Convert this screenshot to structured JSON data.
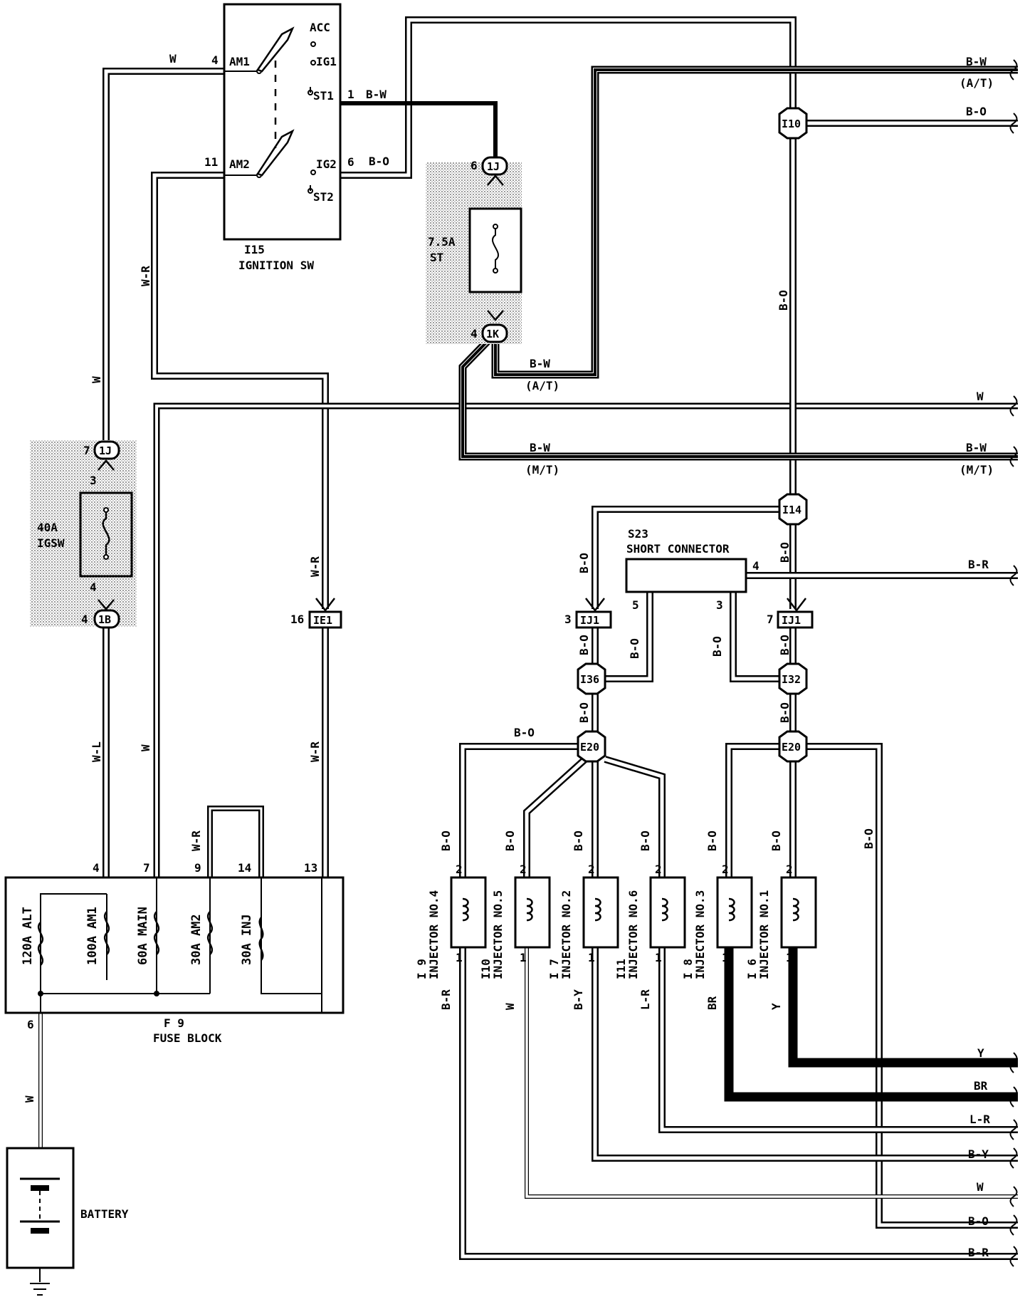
{
  "ignition_switch": {
    "id": "I15",
    "name": "IGNITION SW",
    "terminals": [
      "ACC",
      "IG1",
      "ST1",
      "AM1",
      "AM2",
      "IG2",
      "ST2"
    ],
    "pins": [
      "4",
      "11",
      "1",
      "6"
    ]
  },
  "st_fuse": {
    "rating": "7.5A",
    "name": "ST",
    "pin_top": "6",
    "conn_top": "1J",
    "pin_bottom": "4",
    "conn_bottom": "1K"
  },
  "igsw_fuse": {
    "rating": "40A",
    "name": "IGSW",
    "pin_top": "7",
    "conn_top": "1J",
    "pin_mid": "3",
    "pin_low": "4",
    "pin_bottom": "4",
    "conn_bottom": "1B"
  },
  "fuse_block": {
    "id": "F 9",
    "name": "FUSE BLOCK",
    "fuses": [
      "120A ALT",
      "100A AM1",
      "60A MAIN",
      "30A AM2",
      "30A INJ"
    ],
    "pins": [
      "4",
      "7",
      "9",
      "14",
      "13",
      "6"
    ]
  },
  "battery": {
    "label": "BATTERY"
  },
  "junctions": {
    "I10": "I10",
    "I14": "I14",
    "I36": "I36",
    "I32": "I32",
    "E20": "E20",
    "IE1": "IE1",
    "IJ1": "IJ1",
    "pin_ie1": "16",
    "pin_ij1_left": "3",
    "pin_ij1_right": "7"
  },
  "short_connector": {
    "id": "S23",
    "name": "SHORT CONNECTOR",
    "pins": [
      "4",
      "5",
      "3"
    ]
  },
  "wire_labels": {
    "W": "W",
    "WR": "W-R",
    "WL": "W-L",
    "BW": "B-W",
    "BO": "B-O",
    "BR_": "B-R",
    "BY": "B-Y",
    "LR": "L-R",
    "Y": "Y",
    "BR": "BR",
    "AT": "(A/T)",
    "MT": "(M/T)"
  },
  "injectors": [
    {
      "conn": "I 9",
      "name": "INJECTOR NO.4",
      "in": "B-O",
      "out": "B-R"
    },
    {
      "conn": "I10",
      "name": "INJECTOR NO.5",
      "in": "B-O",
      "out": "W"
    },
    {
      "conn": "I 7",
      "name": "INJECTOR NO.2",
      "in": "B-O",
      "out": "B-Y"
    },
    {
      "conn": "I11",
      "name": "INJECTOR NO.6",
      "in": "B-O",
      "out": "L-R"
    },
    {
      "conn": "I 8",
      "name": "INJECTOR NO.3",
      "in": "B-O",
      "out": "BR"
    },
    {
      "conn": "I 6",
      "name": "INJECTOR NO.1",
      "in": "B-O",
      "out": "Y"
    }
  ],
  "injector_pins": {
    "p2": "2",
    "p1": "1"
  },
  "right_edge_labels": [
    "B-W",
    "(A/T)",
    "B-O",
    "W",
    "B-W",
    "(M/T)",
    "B-R",
    "Y",
    "BR",
    "L-R",
    "B-Y",
    "W",
    "B-O",
    "B-R"
  ]
}
